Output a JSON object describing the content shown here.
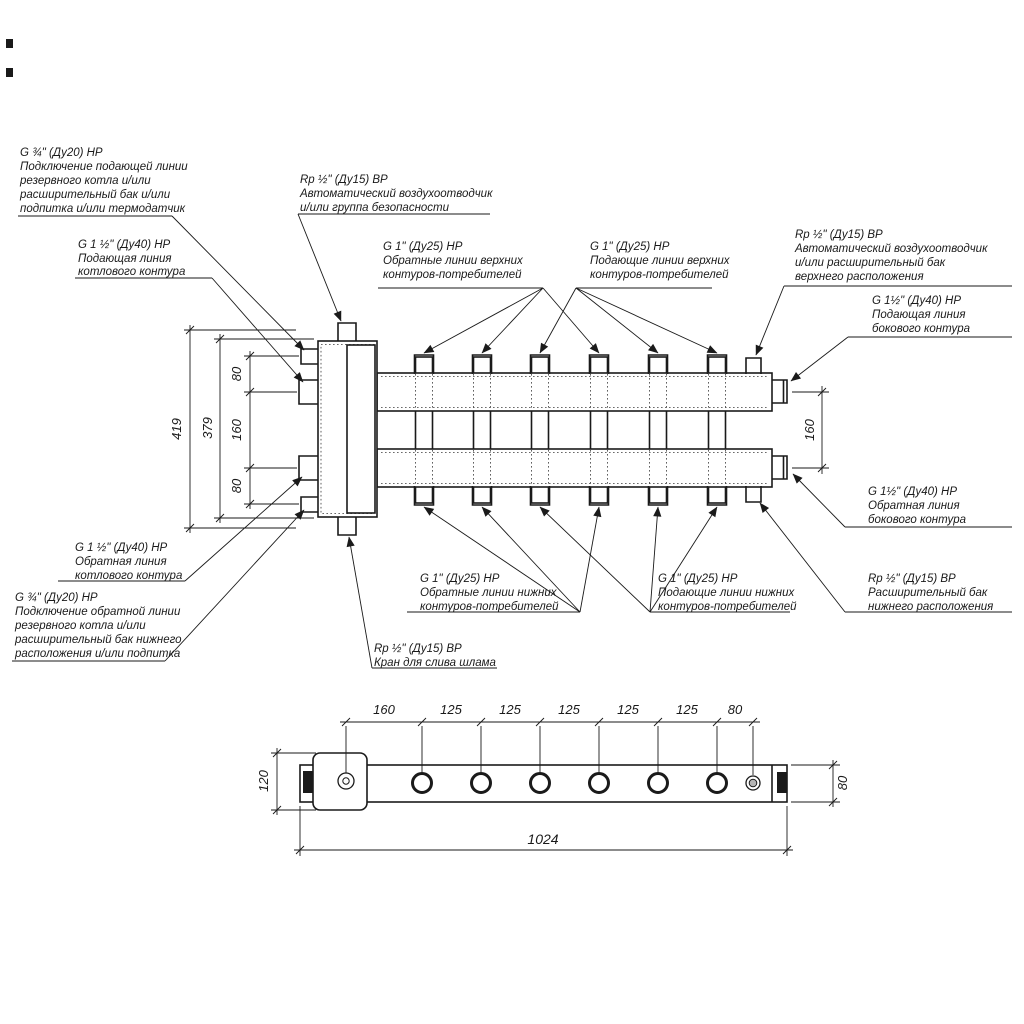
{
  "labels": {
    "reserve_supply": {
      "lines": [
        "G ¾\" (Ду20) НР",
        "Подключение подающей линии",
        "резервного котла и/или",
        "расширительный бак и/или",
        "подпитка и/или термодатчик"
      ]
    },
    "boiler_supply": {
      "lines": [
        "G 1 ½\" (Ду40) НР",
        "Подающая линия",
        "котлового контура"
      ]
    },
    "air_vent_left": {
      "lines": [
        "Rp ½\" (Ду15) ВР",
        "Автоматический воздухоотводчик",
        "и/или группа безопасности"
      ]
    },
    "upper_return": {
      "lines": [
        "G 1\" (Ду25) НР",
        "Обратные линии верхних",
        "контуров-потребителей"
      ]
    },
    "upper_supply": {
      "lines": [
        "G 1\" (Ду25) НР",
        "Подающие линии верхних",
        "контуров-потребителей"
      ]
    },
    "air_vent_right": {
      "lines": [
        "Rp ½\" (Ду15) ВР",
        "Автоматический воздухоотводчик",
        "и/или расширительный бак",
        "верхнего расположения"
      ]
    },
    "side_supply": {
      "lines": [
        "G 1½\" (Ду40) НР",
        "Подающая линия",
        "бокового контура"
      ]
    },
    "side_return": {
      "lines": [
        "G 1½\" (Ду40) НР",
        "Обратная линия",
        "бокового контура"
      ]
    },
    "expansion_lower": {
      "lines": [
        "Rp ½\" (Ду15) ВР",
        "Расширительный бак",
        "нижнего расположения"
      ]
    },
    "boiler_return": {
      "lines": [
        "G 1 ½\" (Ду40) НР",
        "Обратная линия",
        "котлового контура"
      ]
    },
    "reserve_return": {
      "lines": [
        "G ¾\" (Ду20) НР",
        "Подключение обратной линии",
        "резервного котла и/или",
        "расширительный бак нижнего",
        "расположения и/или подпитка"
      ]
    },
    "lower_return": {
      "lines": [
        "G 1\" (Ду25) НР",
        "Обратные линии нижних",
        "контуров-потребителей"
      ]
    },
    "drain": {
      "lines": [
        "Rp ½\" (Ду15) ВР",
        "Кран для слива шлама"
      ]
    },
    "lower_supply": {
      "lines": [
        "G 1\" (Ду25) НР",
        "Подающие линии нижних",
        "контуров-потребителей"
      ]
    }
  },
  "dimensions": {
    "front": {
      "overall": "419",
      "body": "379",
      "chain": [
        "80",
        "160",
        "80"
      ],
      "side": "160"
    },
    "plan": {
      "spacings": [
        "160",
        "125",
        "125",
        "125",
        "125",
        "125",
        "80"
      ],
      "total": "1024",
      "left_height": "120",
      "right_height": "80"
    }
  },
  "colors": {
    "line": "#1a1a1a",
    "background": "#ffffff"
  }
}
